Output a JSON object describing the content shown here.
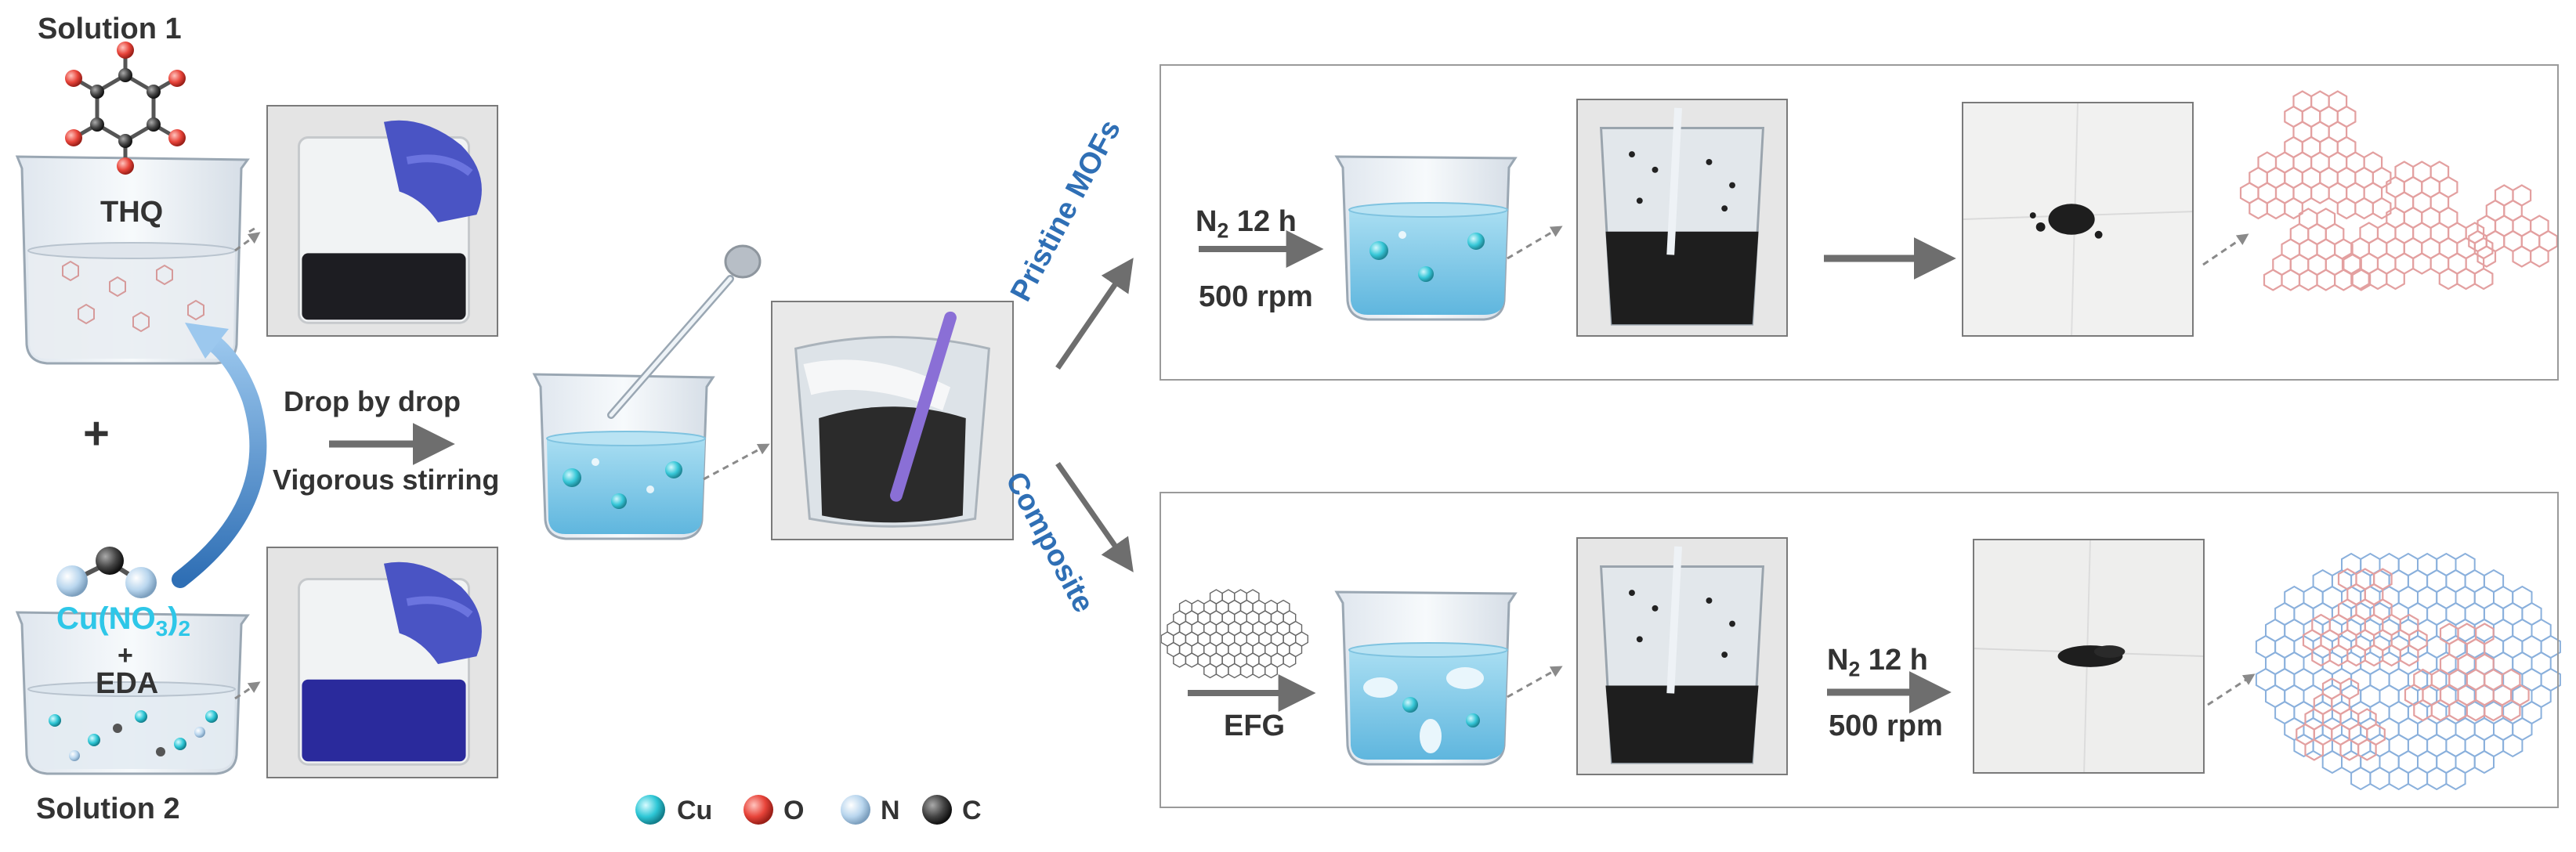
{
  "labels": {
    "solution1": "Solution 1",
    "solution2": "Solution 2",
    "thq": "THQ",
    "plus": "+",
    "cu_no3_main": "Cu(NO",
    "cu_no3_sub": "3",
    "cu_no3_close": ")",
    "cu_no3_sub2": "2",
    "plus_small": "+",
    "eda": "EDA",
    "drop_by_drop": "Drop by drop",
    "vigorous_stirring": "Vigorous stirring",
    "pristine_mofs": "Pristine MOFs",
    "composite": "Composite",
    "n2_main": "N",
    "n2_sub": "2",
    "n2_rest": " 12 h",
    "rpm": "500 rpm",
    "efg": "EFG"
  },
  "legend": [
    {
      "label": "Cu",
      "color": "#2ec7d6"
    },
    {
      "label": "O",
      "color": "#e8443a"
    },
    {
      "label": "N",
      "color": "#b9d6ee"
    },
    {
      "label": "C",
      "color": "#444444"
    }
  ],
  "colors": {
    "arrow_gray": "#6e6e6e",
    "curved_arrow": "#3f7fc2",
    "liquid_blue": "#8fd0ea",
    "liquid_dark": "#1a1a1a",
    "liquid_purple": "#2a2a9c",
    "mof_pink": "#e9a6a6",
    "graphene_blue": "#7aa6d6"
  }
}
